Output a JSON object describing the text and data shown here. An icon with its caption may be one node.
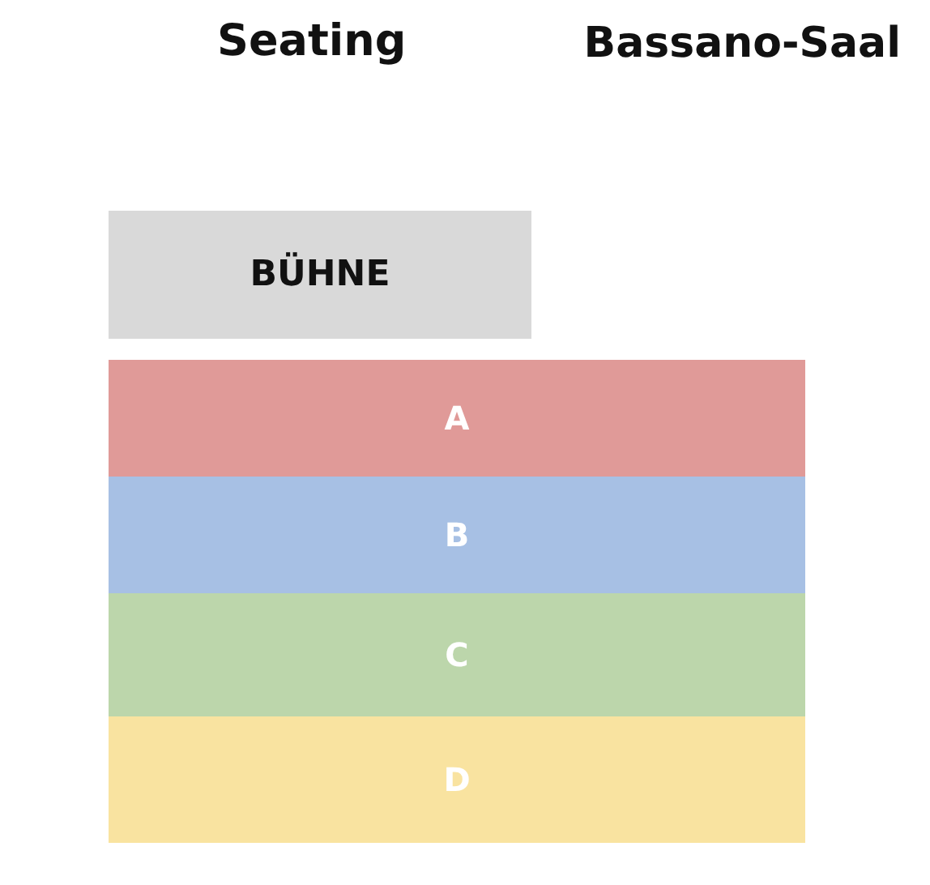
{
  "diagram": {
    "title": "Seating",
    "nodes": [
      {
        "text": [
          "BÜHNE"
        ]
      },
      {
        "text": [
          "A"
        ]
      },
      {
        "text": [
          "B"
        ]
      },
      {
        "text": [
          "C"
        ]
      },
      {
        "text": [
          "D"
        ]
      }
    ],
    "labels": [
      "Bassano-Saal"
    ]
  }
}
